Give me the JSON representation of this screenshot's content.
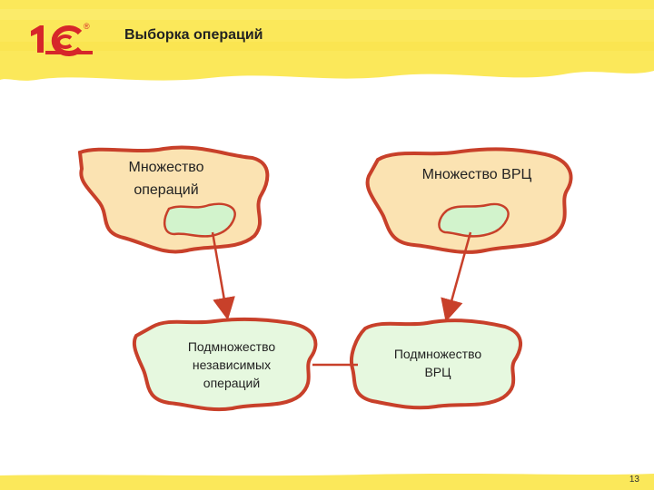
{
  "slide": {
    "title": "Выборка операций",
    "page_number": "13"
  },
  "diagram": {
    "nodes": [
      {
        "id": "ops-set",
        "text": "Множество\nопераций"
      },
      {
        "id": "vrc-set",
        "text": "Множество ВРЦ"
      },
      {
        "id": "independent-subset",
        "text": "Подмножество\nнезависимых\nопераций"
      },
      {
        "id": "vrc-subset",
        "text": "Подмножество\nВРЦ"
      }
    ],
    "edges": [
      {
        "from": "ops-set",
        "to": "independent-subset",
        "type": "arrow"
      },
      {
        "from": "vrc-set",
        "to": "vrc-subset",
        "type": "arrow"
      },
      {
        "from": "independent-subset",
        "to": "vrc-subset",
        "type": "line"
      }
    ]
  },
  "colors": {
    "header_band": "#fbe85a",
    "large_cloud_fill": "#fbe3b2",
    "cloud_stroke": "#c8402a",
    "subset_fill": "#d2f3cc",
    "cloud_small_fill": "#e6f8df",
    "logo_red": "#d6262a"
  },
  "icons": {
    "logo": "1c-logo-icon"
  }
}
